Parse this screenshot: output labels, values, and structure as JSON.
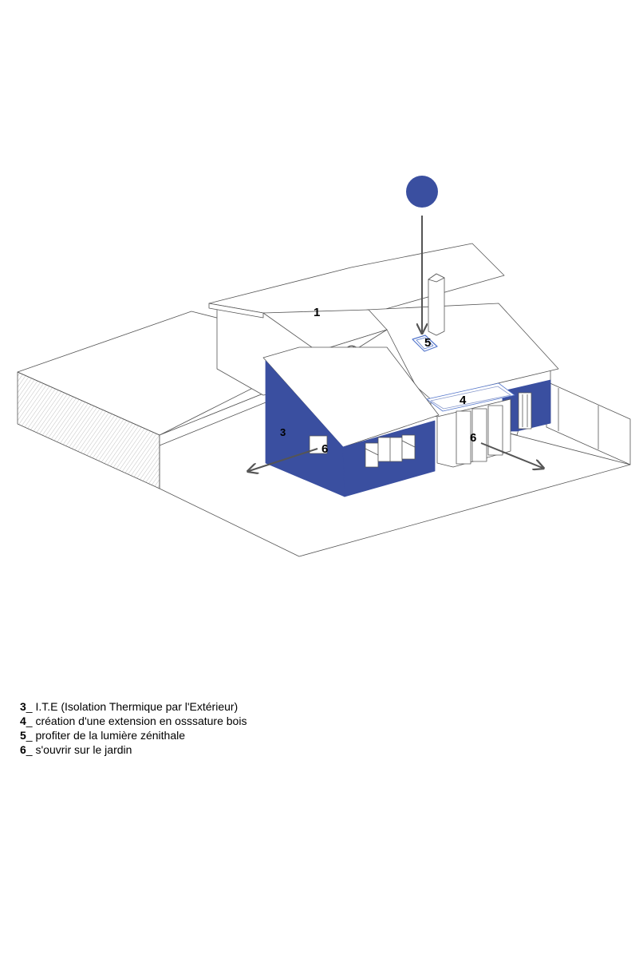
{
  "colors": {
    "accent_blue": "#3a4fa0",
    "line": "#555555",
    "arrow": "#555555",
    "skylight": "#5577cc"
  },
  "labels": {
    "l1": "1",
    "l3": "3",
    "l4": "4",
    "l5": "5",
    "l6a": "6",
    "l6b": "6"
  },
  "legend": [
    {
      "num": "3",
      "sep": "_ ",
      "text": "I.T.E (Isolation Thermique par l'Extérieur)"
    },
    {
      "num": "4",
      "sep": "_ ",
      "text": "création d'une extension en osssature bois"
    },
    {
      "num": "5",
      "sep": "_ ",
      "text": "profiter de la lumière zénithale"
    },
    {
      "num": "6",
      "sep": "_ ",
      "text": "s'ouvrir sur le jardin"
    }
  ]
}
